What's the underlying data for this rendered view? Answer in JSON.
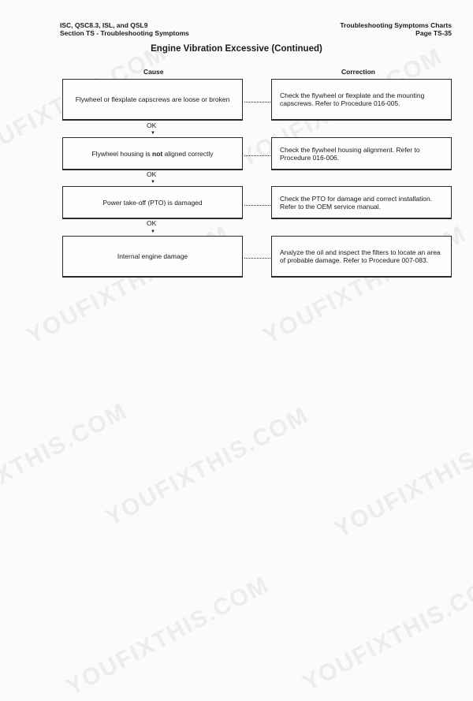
{
  "header": {
    "left_line1": "ISC, QSC8.3, ISL, and QSL9",
    "left_line2": "Section TS - Troubleshooting Symptoms",
    "right_line1": "Troubleshooting Symptoms Charts",
    "right_line2": "Page TS-35"
  },
  "title": "Engine Vibration Excessive (Continued)",
  "columns": {
    "cause": "Cause",
    "correction": "Correction"
  },
  "rows": [
    {
      "cause": "Flywheel or flexplate capscrews are loose or broken",
      "correction": "Check the flywheel or flexplate and the mounting capscrews. Refer to Procedure 016-005."
    },
    {
      "cause_pre": "Flywheel housing is ",
      "cause_bold": "not",
      "cause_post": " aligned correctly",
      "correction": "Check the flywheel housing alignment. Refer to Procedure 016-006."
    },
    {
      "cause": "Power take-off (PTO) is damaged",
      "correction": "Check the PTO for damage and correct installation. Refer to the OEM service manual."
    },
    {
      "cause": "Internal engine damage",
      "correction": "Analyze the oil and inspect the filters to locate an area of probable damage. Refer to Procedure 007-083."
    }
  ],
  "ok_label": "OK",
  "watermarks": [
    "YOUFIXTHIS.COM"
  ]
}
